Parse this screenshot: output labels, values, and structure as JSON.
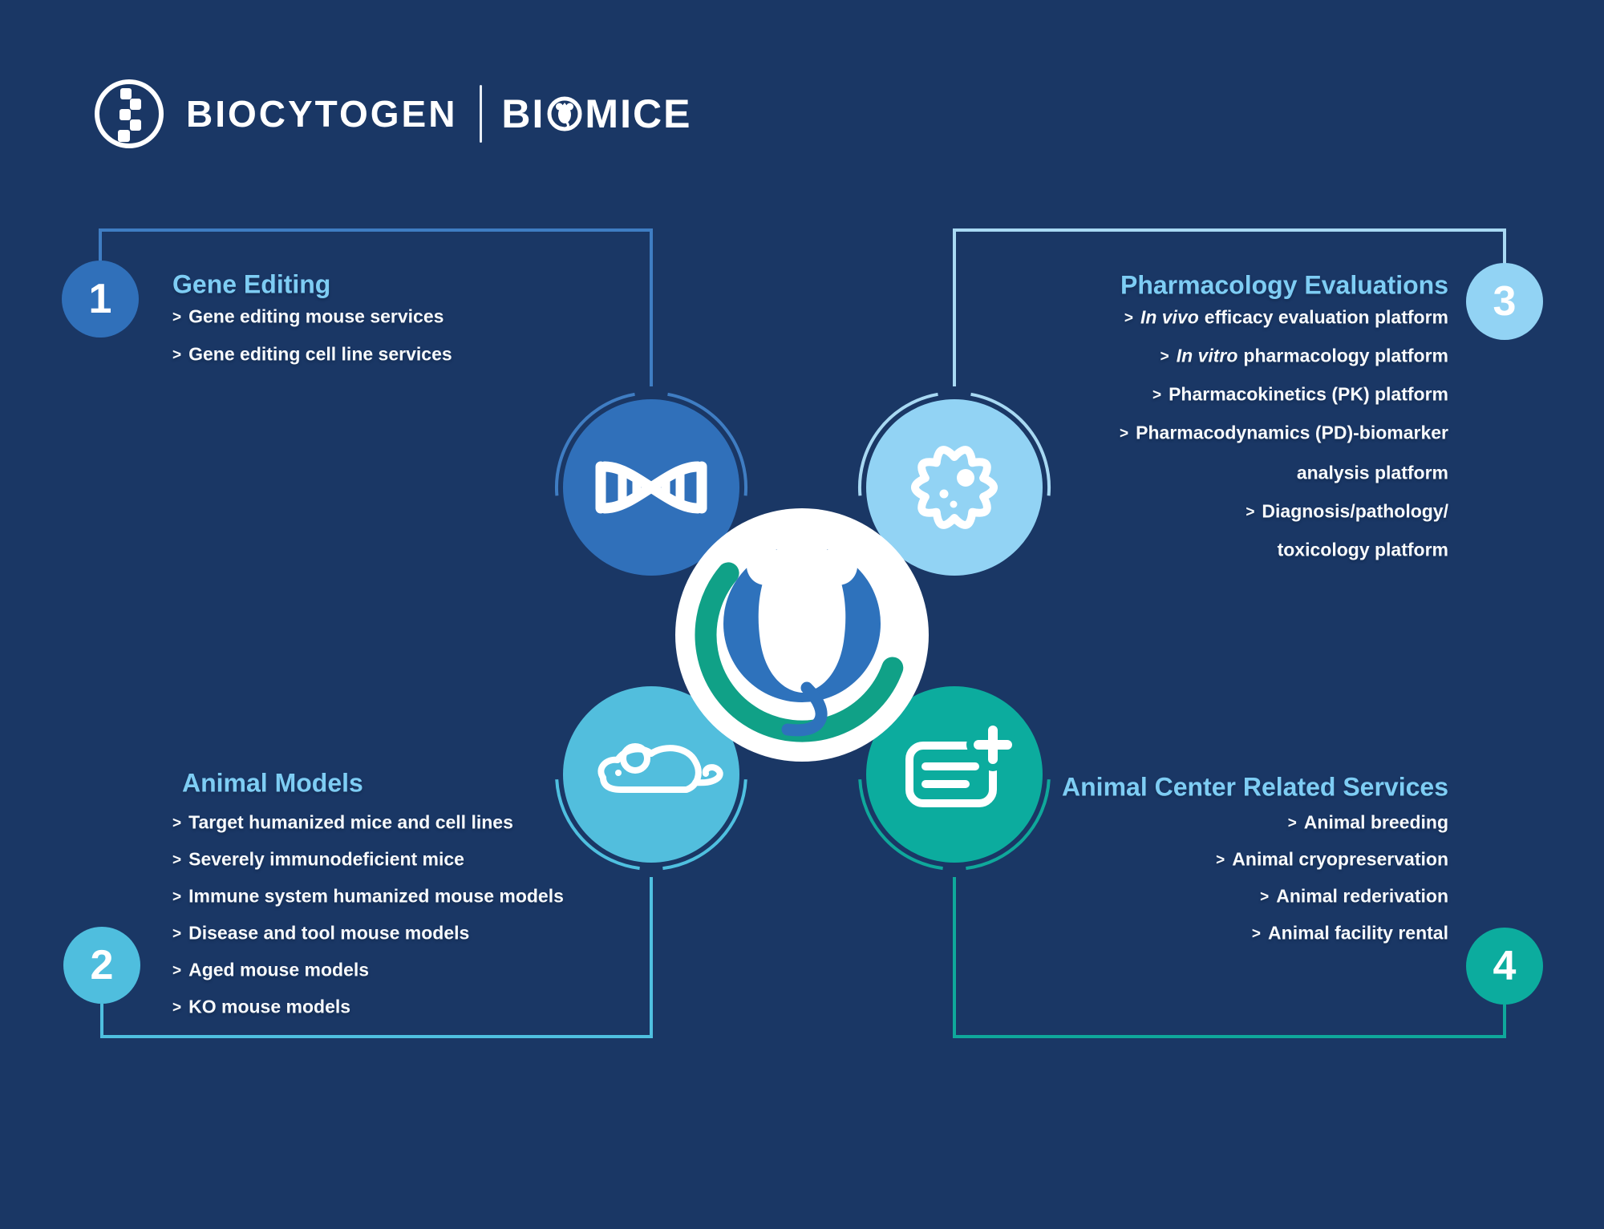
{
  "ui": {
    "bullet": ">"
  },
  "logo": {
    "brand_primary": "BIOCYTOGEN",
    "brand_secondary_prefix": "BI",
    "brand_secondary_suffix": "MICE"
  },
  "colors": {
    "background": "#1a3765",
    "title_text": "#7ecdf4",
    "body_text": "#f8fafc",
    "blue": "#3070ba",
    "light_blue": "#92d3f4",
    "cyan": "#52bedd",
    "teal": "#0cac9e",
    "center_teal": "#10a187",
    "center_blue": "#2e72bc"
  },
  "q1": {
    "num": "1",
    "title": "Gene Editing",
    "items": [
      {
        "text": "Gene editing mouse services"
      },
      {
        "text": "Gene editing cell line services"
      }
    ]
  },
  "q2": {
    "num": "2",
    "title": "Animal Models",
    "items": [
      {
        "text": "Target humanized mice and cell lines"
      },
      {
        "text": "Severely immunodeficient mice"
      },
      {
        "text": "Immune system humanized mouse models"
      },
      {
        "text": "Disease and tool mouse models"
      },
      {
        "text": "Aged mouse models"
      },
      {
        "text": "KO mouse models"
      }
    ]
  },
  "q3": {
    "num": "3",
    "title": "Pharmacology Evaluations",
    "items": [
      {
        "italic": "In vivo",
        "text": "efficacy evaluation platform"
      },
      {
        "italic": "In vitro",
        "text": "pharmacology platform"
      },
      {
        "text": "Pharmacokinetics (PK) platform"
      },
      {
        "text": "Pharmacodynamics (PD)-biomarker"
      },
      {
        "continuation": true,
        "text": "analysis platform"
      },
      {
        "text": "Diagnosis/pathology/"
      },
      {
        "continuation": true,
        "text": "toxicology platform"
      }
    ]
  },
  "q4": {
    "num": "4",
    "title": "Animal Center Related Services",
    "items": [
      {
        "text": "Animal breeding"
      },
      {
        "text": "Animal cryopreservation"
      },
      {
        "text": "Animal rederivation"
      },
      {
        "text": "Animal facility rental"
      }
    ]
  }
}
